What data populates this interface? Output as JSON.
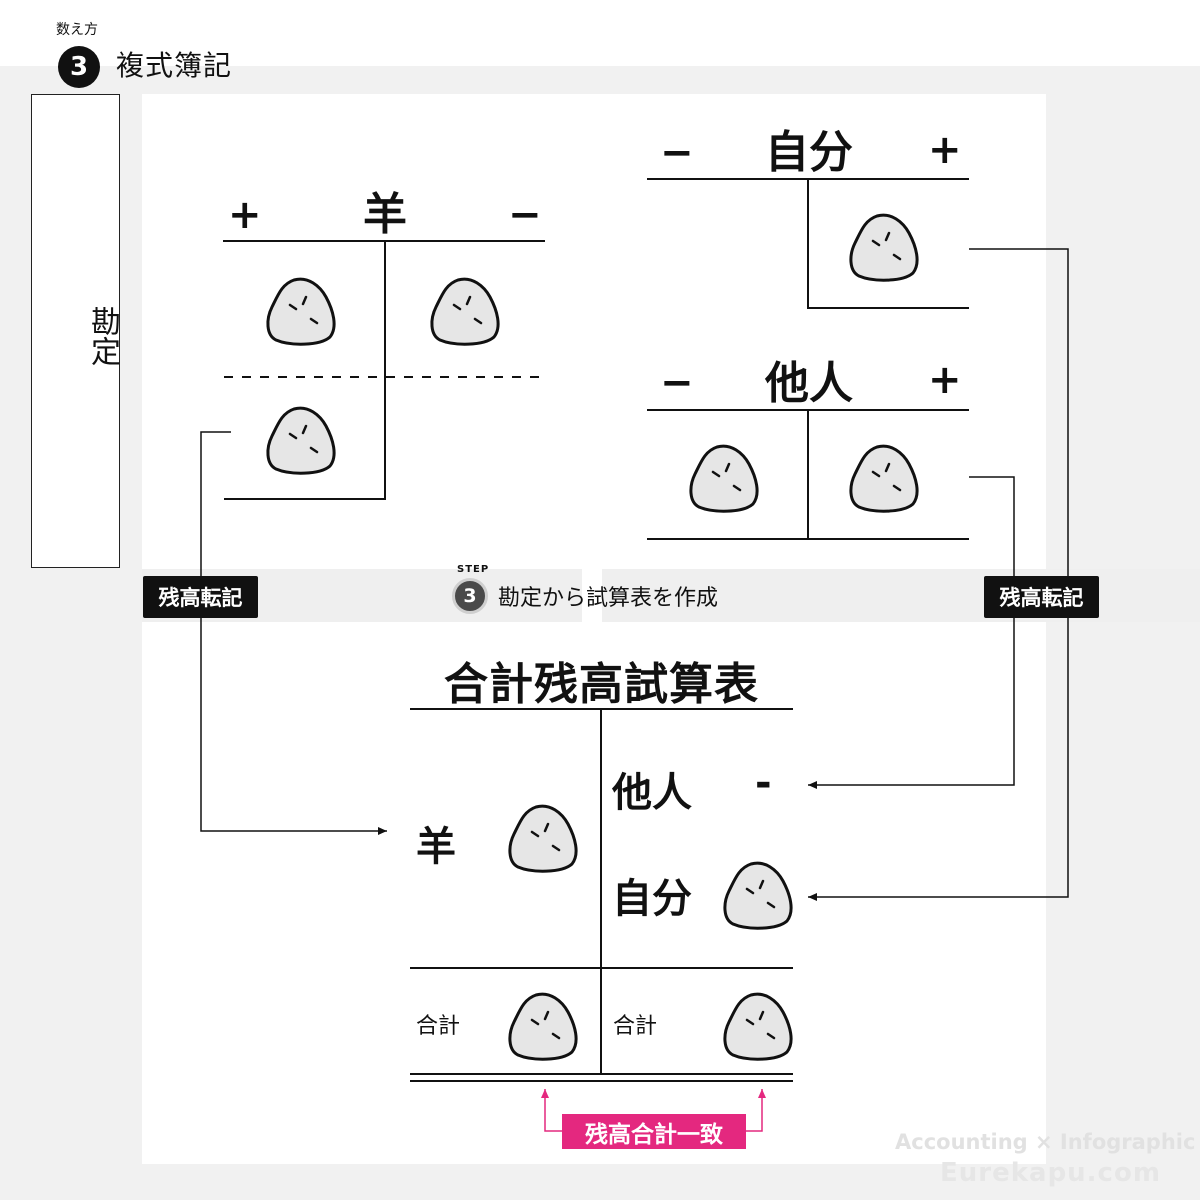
{
  "header": {
    "sup_label": "数え方",
    "step_number": "3",
    "title": "複式簿記"
  },
  "side": {
    "label": "勘定"
  },
  "sheep_account": {
    "title": "羊",
    "left_sign": "+",
    "right_sign": "−"
  },
  "self_account": {
    "title": "自分",
    "left_sign": "−",
    "right_sign": "+"
  },
  "others_account": {
    "title": "他人",
    "left_sign": "−",
    "right_sign": "+"
  },
  "transfer_tag": {
    "label": "残高転記"
  },
  "step": {
    "sup": "STEP",
    "number": "3",
    "text": "勘定から試算表を作成"
  },
  "trial_balance": {
    "title": "合計残高試算表",
    "debit_item": "羊",
    "credit_items": [
      "他人",
      "自分"
    ],
    "credit_dash": "-",
    "total_label": "合計"
  },
  "match_tag": {
    "label": "残高合計一致"
  },
  "watermark": {
    "line1": "Accounting × Infographic",
    "line2": "Eurekapu.com"
  },
  "colors": {
    "accent": "#e4287f",
    "ink": "#111111",
    "stone": "#e6e6e6"
  },
  "icons": [
    "stone-icon"
  ]
}
